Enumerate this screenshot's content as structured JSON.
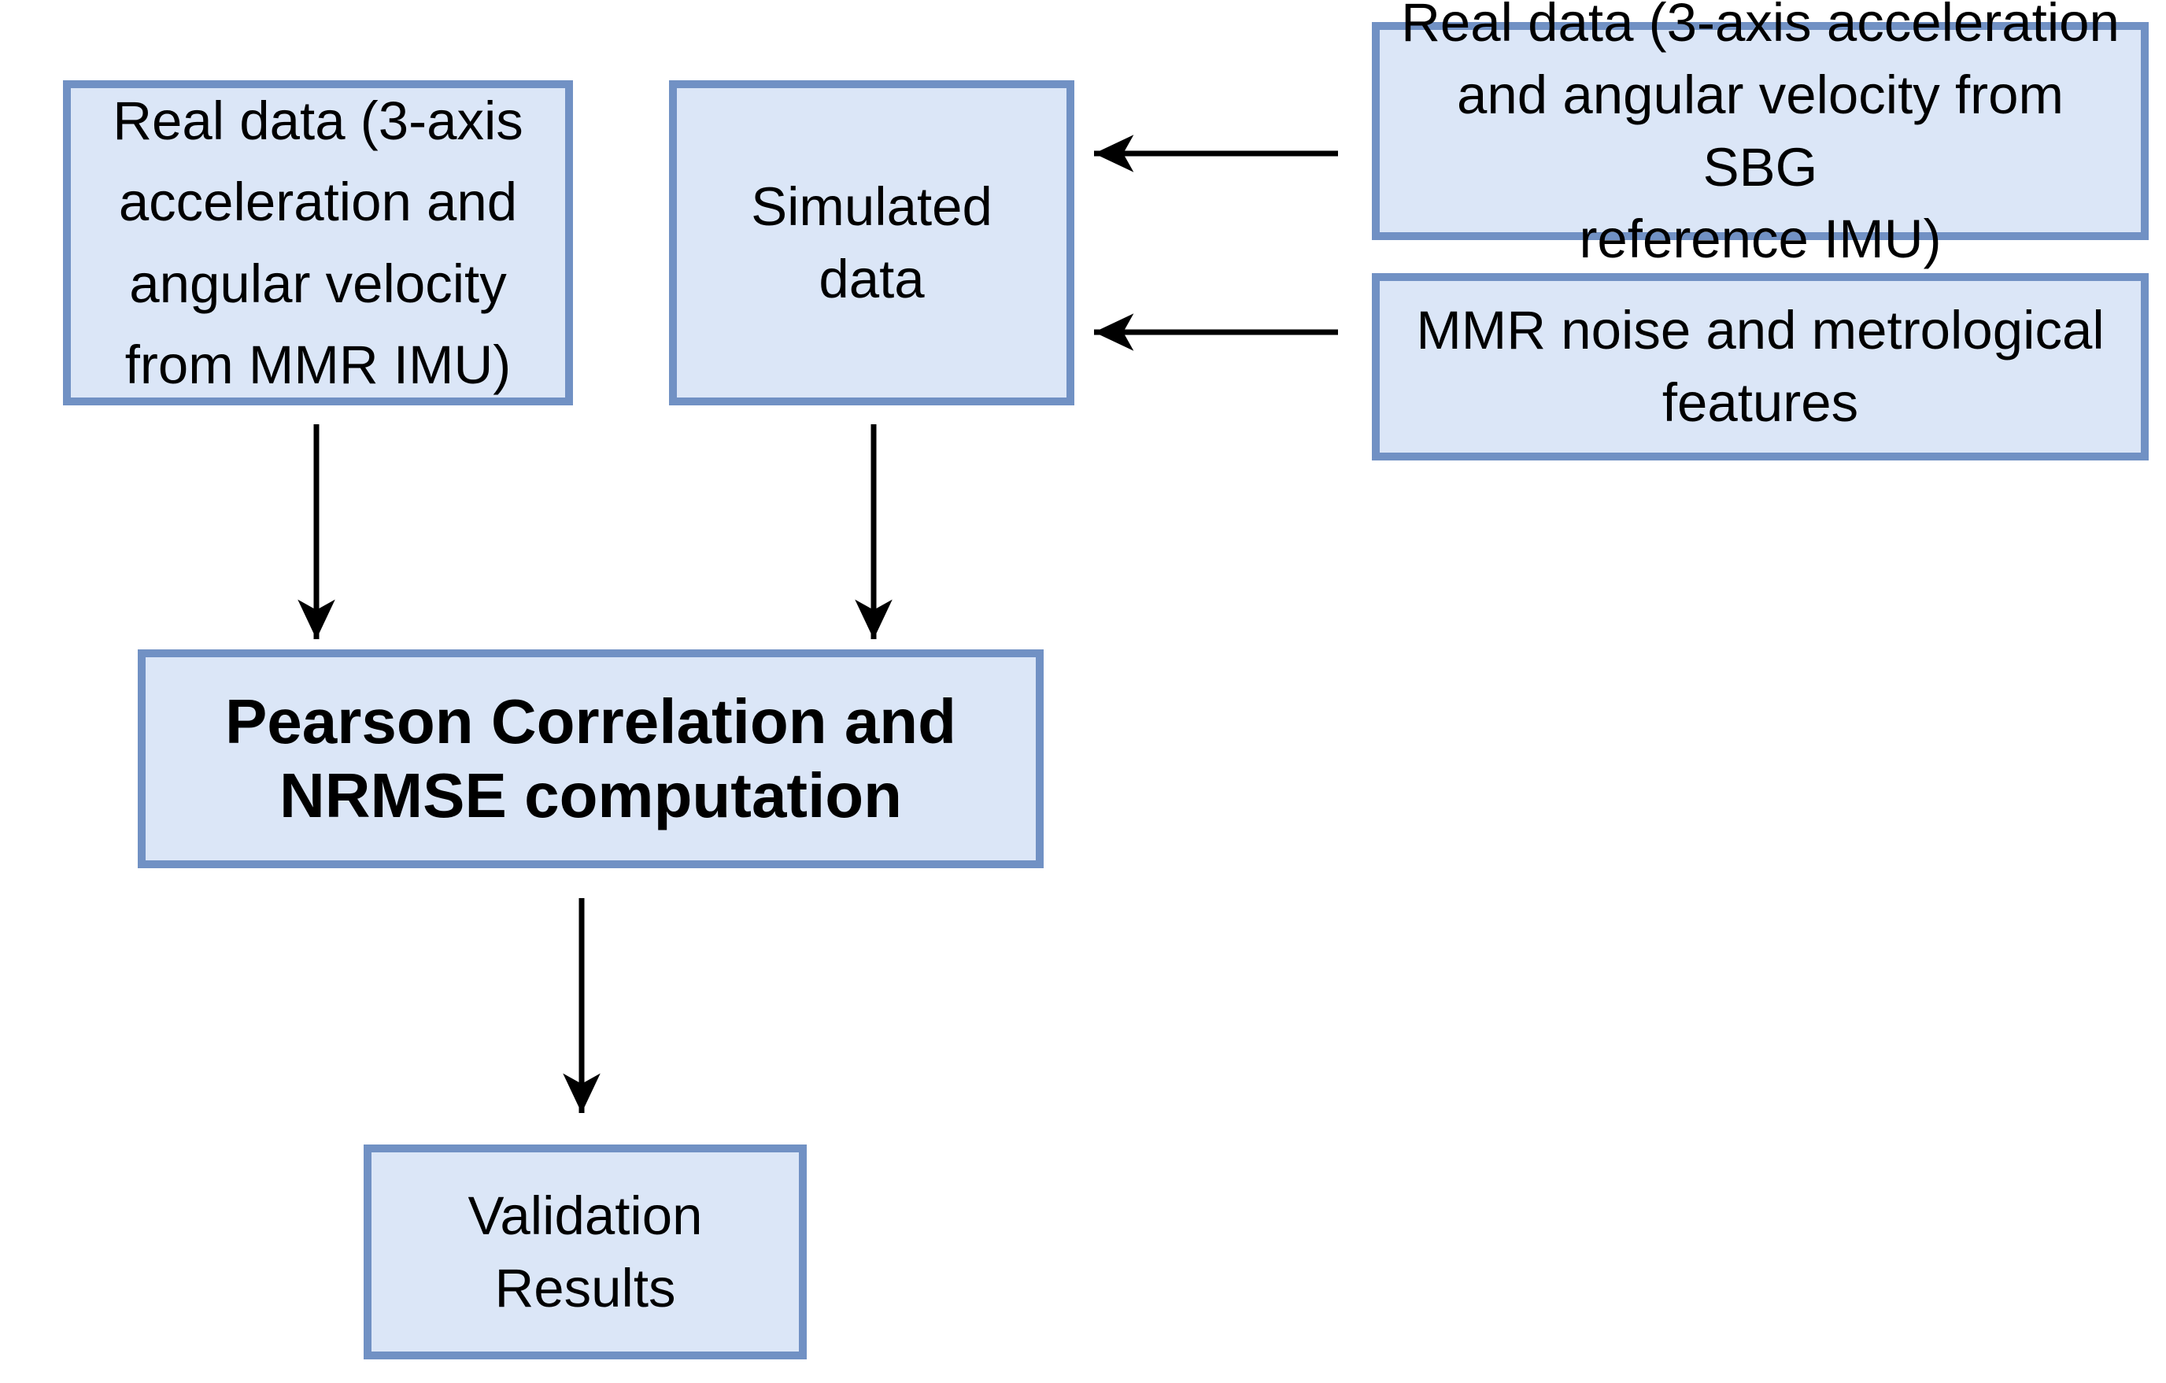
{
  "diagram": {
    "type": "flowchart",
    "colors": {
      "background": "#ffffff",
      "box_fill": "#dbe6f7",
      "box_border": "#7191c4",
      "arrow": "#000000",
      "text": "#000000"
    },
    "boxes": {
      "mmr_real": {
        "label": "Real data (3-axis\nacceleration and\nangular velocity\nfrom MMR IMU)"
      },
      "simulated": {
        "label": "Simulated data"
      },
      "sbg_real": {
        "label": "Real data (3-axis acceleration\nand angular velocity from SBG\nreference IMU)"
      },
      "mmr_noise": {
        "label": "MMR noise and metrological\nfeatures"
      },
      "pearson": {
        "label": "Pearson Correlation and\nNRMSE computation"
      },
      "validation": {
        "label": "Validation\nResults"
      }
    },
    "arrows": [
      {
        "name": "mmr-real-to-pearson",
        "direction": "down"
      },
      {
        "name": "simulated-to-pearson",
        "direction": "down"
      },
      {
        "name": "pearson-to-validation",
        "direction": "down"
      },
      {
        "name": "sbg-real-to-simulated",
        "direction": "left"
      },
      {
        "name": "mmr-noise-to-simulated",
        "direction": "left"
      }
    ]
  }
}
